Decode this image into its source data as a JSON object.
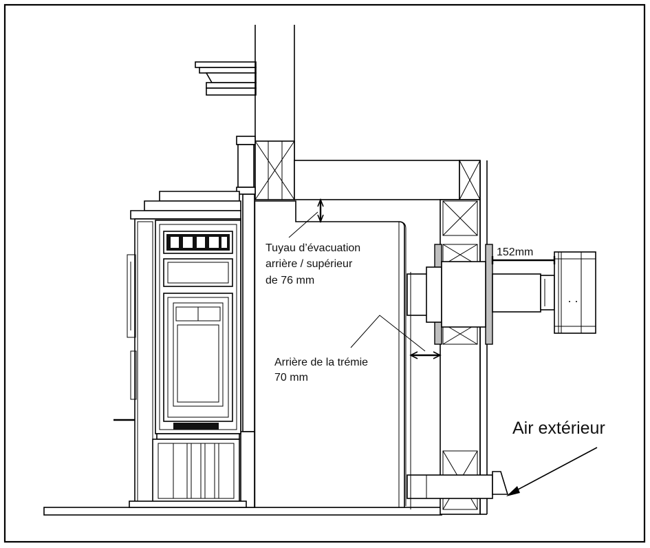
{
  "labels": {
    "flue_line1": "Tuyau d’évacuation",
    "flue_line2": "arrière / supérieur",
    "flue_line3": "de 76 mm",
    "hopper_line1": "Arrière de la trémie",
    "hopper_line2": "70 mm",
    "clearance": "152mm",
    "outside_air": "Air extérieur"
  },
  "colors": {
    "frame": "#000000",
    "background": "#ffffff",
    "thimble": "#bfbfbf"
  },
  "icons": [
    "arrow-icon"
  ]
}
